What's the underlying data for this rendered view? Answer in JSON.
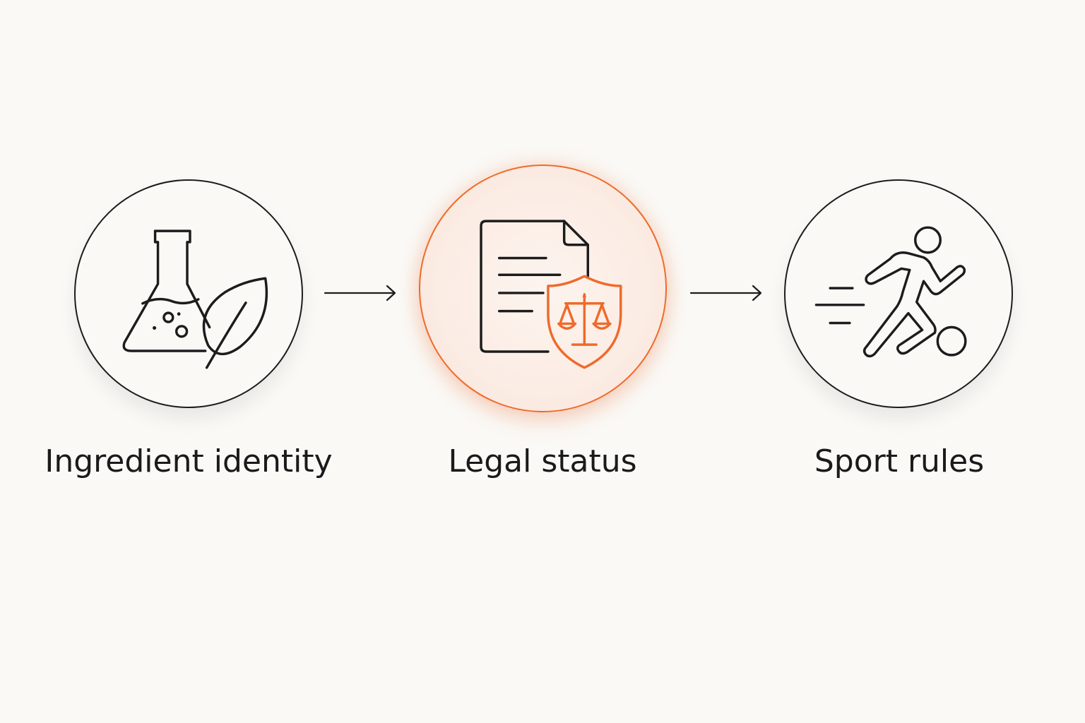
{
  "steps": [
    {
      "id": "ingredient",
      "label": "Ingredient identity",
      "icon": "flask-leaf-icon"
    },
    {
      "id": "legal",
      "label": "Legal status",
      "icon": "document-shield-scales-icon"
    },
    {
      "id": "sport",
      "label": "Sport rules",
      "icon": "running-player-ball-icon"
    }
  ],
  "highlighted_step": "legal",
  "colors": {
    "background": "#faf9f6",
    "outline": "#1c1c1c",
    "accent": "#ef6a2a"
  },
  "connectors": [
    "arrow-right",
    "arrow-right"
  ]
}
